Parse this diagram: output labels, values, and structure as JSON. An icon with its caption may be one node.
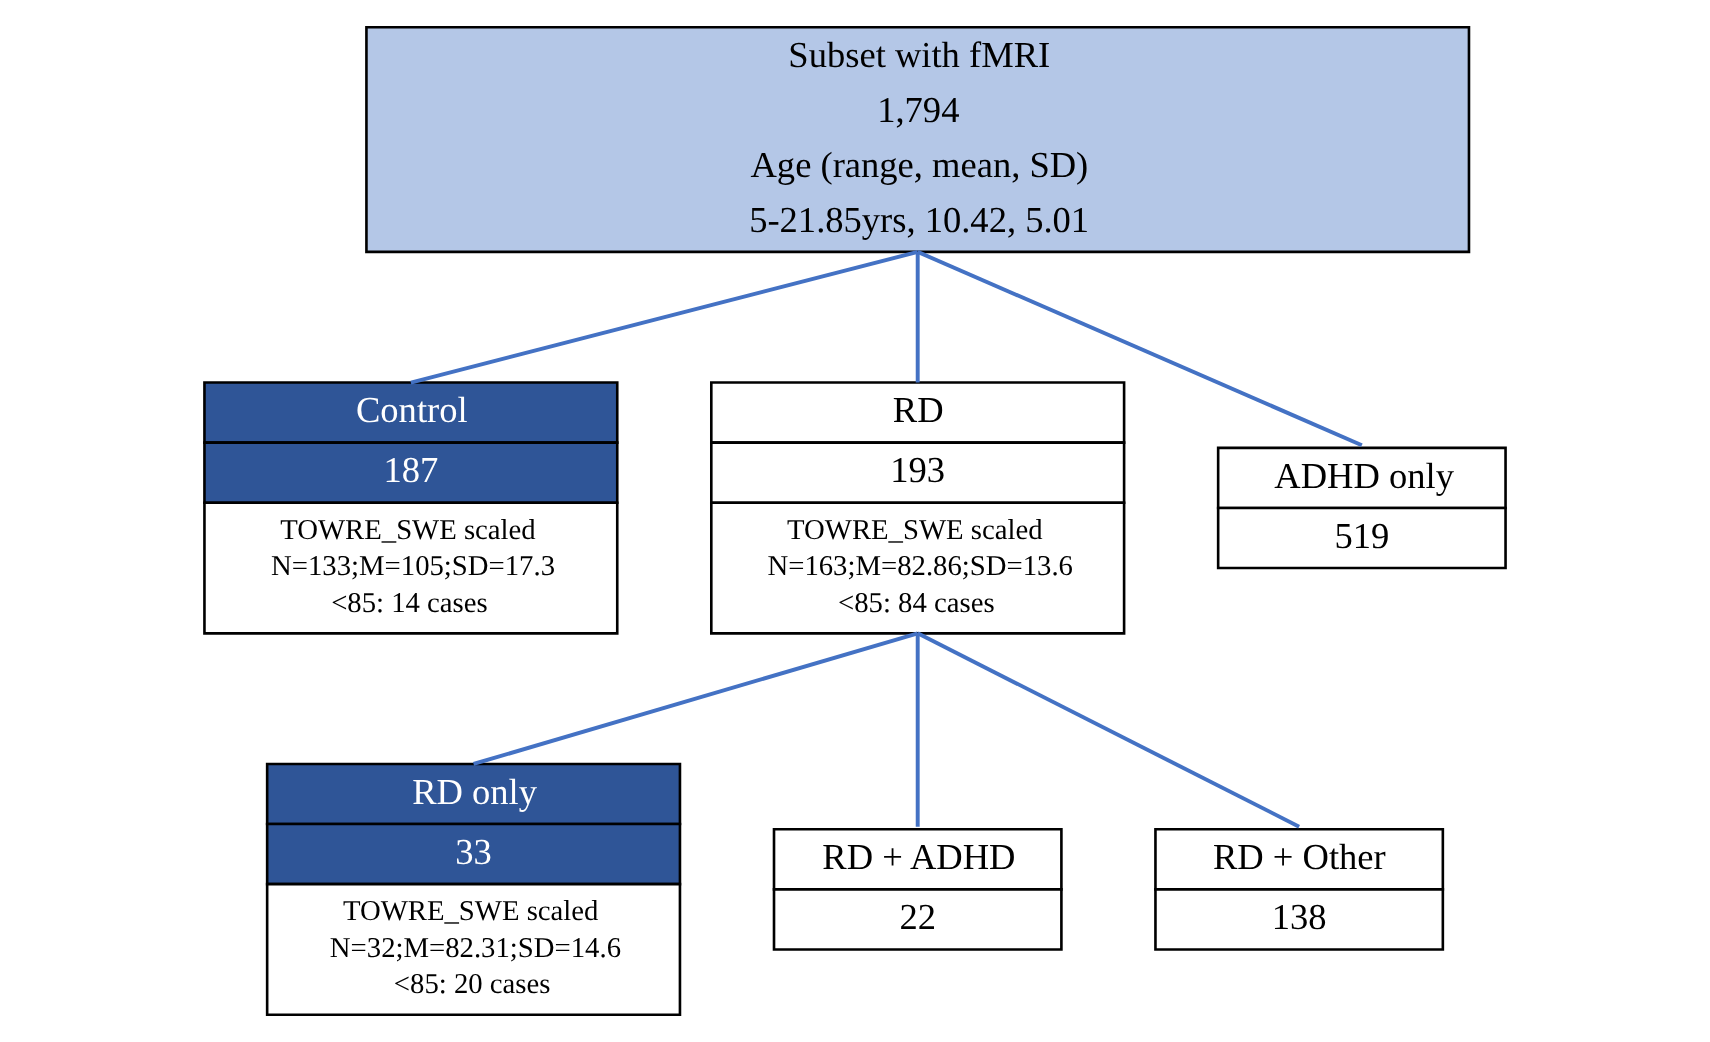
{
  "diagram": {
    "nodes": [
      {
        "text": [
          "Subset with fMRI",
          "1,794",
          "Age (range, mean, SD)",
          "5-21.85yrs, 10.42, 5.01"
        ]
      },
      {
        "text": [
          "Control",
          "187",
          "TOWRE_SWE scaled",
          "N=133;M=105;SD=17.3",
          "<85: 14 cases"
        ]
      },
      {
        "text": [
          "RD",
          "193",
          "TOWRE_SWE scaled",
          "N=163;M=82.86;SD=13.6",
          "<85: 84 cases"
        ]
      },
      {
        "text": [
          "ADHD only",
          "519"
        ]
      },
      {
        "text": [
          "RD only",
          "33",
          "TOWRE_SWE scaled",
          "N=32;M=82.31;SD=14.6",
          "<85: 20 cases"
        ]
      },
      {
        "text": [
          "RD + ADHD",
          "22"
        ]
      },
      {
        "text": [
          "RD + Other",
          "138"
        ]
      }
    ],
    "edges": [
      {
        "from": 0,
        "to": 1,
        "arrow": "none"
      },
      {
        "from": 0,
        "to": 2,
        "arrow": "none"
      },
      {
        "from": 0,
        "to": 3,
        "arrow": "none"
      },
      {
        "from": 2,
        "to": 4,
        "arrow": "none"
      },
      {
        "from": 2,
        "to": 5,
        "arrow": "none"
      },
      {
        "from": 2,
        "to": 6,
        "arrow": "none"
      }
    ]
  }
}
